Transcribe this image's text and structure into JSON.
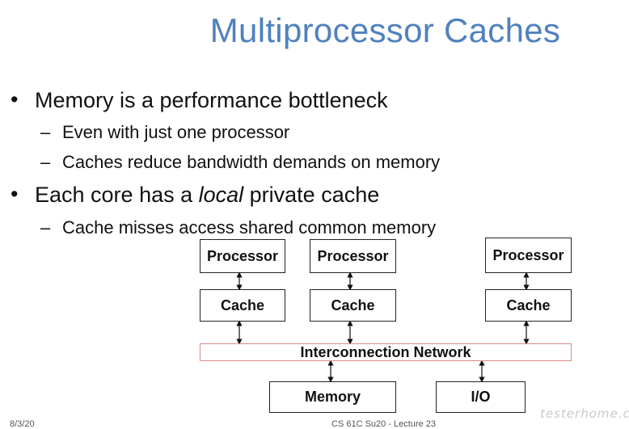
{
  "slide": {
    "title": "Multiprocessor Caches",
    "bullets": [
      {
        "text": "Memory is a performance bottleneck",
        "subs": [
          "Even with just one processor",
          "Caches reduce bandwidth demands on memory"
        ]
      },
      {
        "text_before": "Each core has a ",
        "text_italic": "local",
        "text_after": " private cache",
        "subs": [
          "Cache misses access shared common memory"
        ]
      }
    ],
    "bullet_symbol": "•",
    "dash_symbol": "–"
  },
  "diagram": {
    "processors": [
      "Processor",
      "Processor",
      "Processor"
    ],
    "caches": [
      "Cache",
      "Cache",
      "Cache"
    ],
    "network": "Interconnection Network",
    "memory": "Memory",
    "io": "I/O"
  },
  "footer": {
    "date": "8/3/20",
    "course": "CS 61C Su20 - Lecture 23"
  },
  "watermark": "testerhome.com",
  "colors": {
    "title": "#4f81bd",
    "network_border": "#d98a8a"
  }
}
